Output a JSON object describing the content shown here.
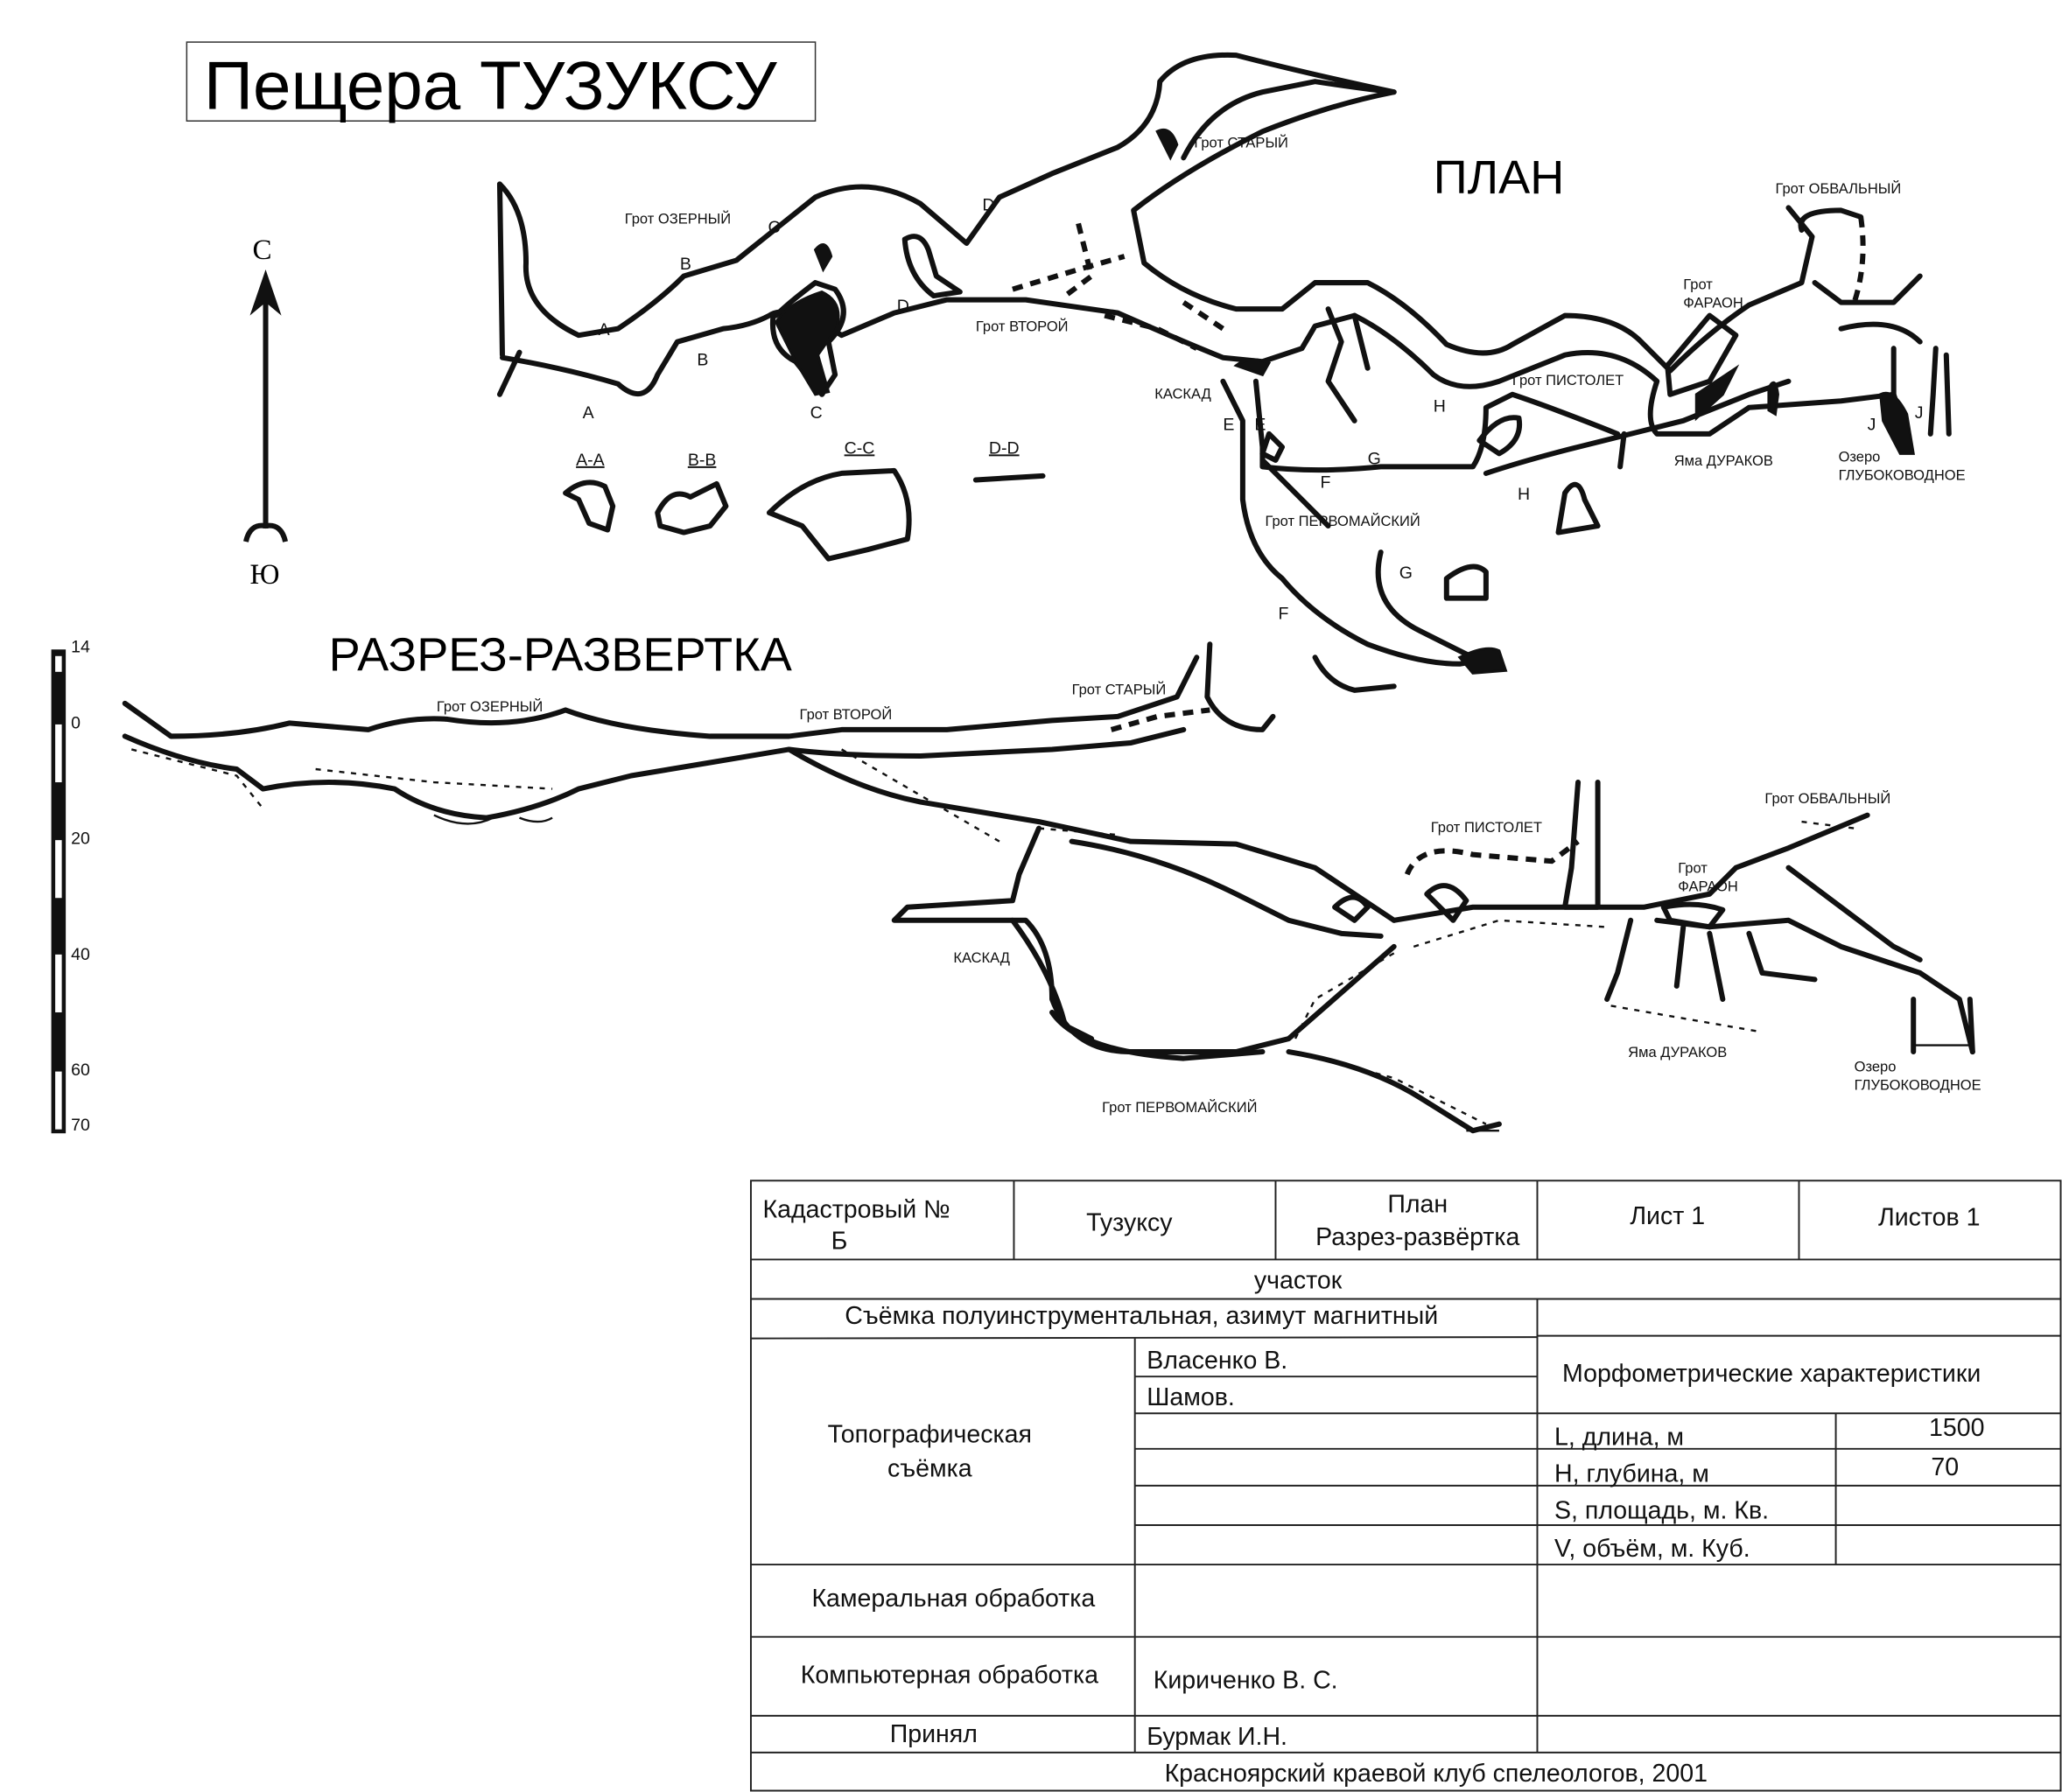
{
  "title": "Пещера ТУЗУКСУ",
  "plan_heading": "ПЛАН",
  "section_heading": "РАЗРЕЗ-РАЗВЕРТКА",
  "compass": {
    "north": "С",
    "south": "Ю"
  },
  "scale_ticks": [
    "14",
    "0",
    "20",
    "40",
    "60",
    "70"
  ],
  "cross_sections": [
    "A-A",
    "B-B",
    "C-C",
    "D-D"
  ],
  "plan_labels": {
    "stary": "Грот СТАРЫЙ",
    "ozerny": "Грот ОЗЕРНЫЙ",
    "vtoroy": "Грот ВТОРОЙ",
    "kaskad": "КАСКАД",
    "pervomaisky": "Грот ПЕРВОМАЙСКИЙ",
    "pistolet": "Грот ПИСТОЛЕТ",
    "obvalny": "Грот ОБВАЛЬНЫЙ",
    "faraon_1": "Грот",
    "faraon_2": "ФАРАОН",
    "yama": "Яма ДУРАКОВ",
    "ozero_1": "Озеро",
    "ozero_2": "ГЛУБОКОВОДНОЕ"
  },
  "section_labels": {
    "ozerny": "Грот ОЗЕРНЫЙ",
    "vtoroy": "Грот ВТОРОЙ",
    "stary": "Грот СТАРЫЙ",
    "pistolet": "Грот ПИСТОЛЕТ",
    "obvalny": "Грот ОБВАЛЬНЫЙ",
    "faraon_1": "Грот",
    "faraon_2": "ФАРАОН",
    "kaskad": "КАСКАД",
    "pervomaisky": "Грот ПЕРВОМАЙСКИЙ",
    "yama": "Яма ДУРАКОВ",
    "ozero_1": "Озеро",
    "ozero_2": "ГЛУБОКОВОДНОЕ"
  },
  "section_letters": {
    "A": "A",
    "B": "B",
    "C": "C",
    "D": "D",
    "E": "E",
    "F": "F",
    "G": "G",
    "H": "H",
    "J": "J"
  },
  "stamp": {
    "cadastral_1": "Кадастровый  №",
    "cadastral_2": "Б",
    "cave_name": "Тузуксу",
    "type_1": "План",
    "type_2": "Разрез-развёртка",
    "sheet": "Лист 1",
    "sheets": "Листов 1",
    "area": "участок",
    "survey": "Съёмка полуинструментальная, азимут магнитный",
    "topo_1": "Топографическая",
    "topo_2": "съёмка",
    "surveyor_1": "Власенко В.",
    "surveyor_2": "Шамов.",
    "morpho": "Морфометрические характеристики",
    "length_label": "L, длина, м",
    "length_value": "1500",
    "depth_label": "H, глубина, м",
    "depth_value": "70",
    "square_label": "S, площадь, м. Кв.",
    "volume_label": "V, объём, м. Куб.",
    "cameral": "Камеральная обработка",
    "computer": "Компьютерная обработка",
    "computer_by": "Кириченко В. С.",
    "accepted": "Принял",
    "accepted_by": "Бурмак И.Н.",
    "footer": "Красноярский краевой клуб спелеологов, 2001"
  }
}
